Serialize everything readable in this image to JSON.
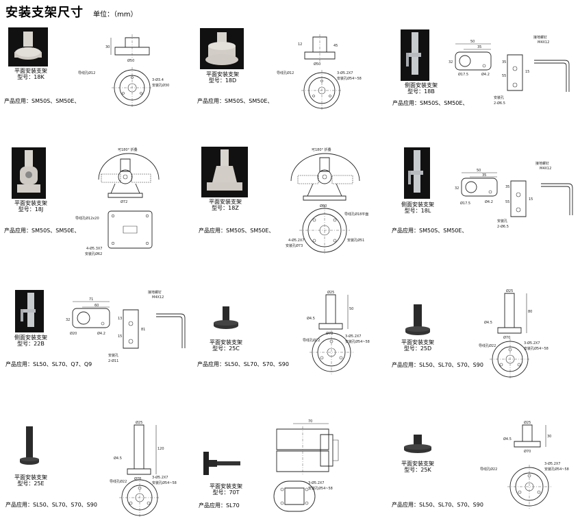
{
  "header": {
    "title": "安装支架尺寸",
    "unit": "单位：（mm）"
  },
  "items": [
    {
      "name": "平面安装支架",
      "model": "型号：18K",
      "application": "产品应用：SM50S、SM50E、",
      "photo": "light"
    },
    {
      "name": "平面安装支架",
      "model": "型号：18D",
      "application": "产品应用：SM50S、SM50E、",
      "photo": "light"
    },
    {
      "name": "侧面安装支架",
      "model": "型号：18B",
      "application": "产品应用：SM50S、SM50E、",
      "photo": "side"
    },
    {
      "name": "平面安装支架",
      "model": "型号：18J",
      "application": "产品应用：SM50S、SM50E、",
      "photo": "light"
    },
    {
      "name": "平面安装支架",
      "model": "型号：18Z",
      "application": "产品应用：SM50S、SM50E、",
      "photo": "light"
    },
    {
      "name": "侧面安装支架",
      "model": "型号：18L",
      "application": "产品应用：SM50S、SM50E、",
      "photo": "side"
    },
    {
      "name": "侧面安装支架",
      "model": "型号：22B",
      "application": "产品应用：SL50、SL70、Q7、Q9",
      "photo": "side"
    },
    {
      "name": "平面安装支架",
      "model": "型号：25C",
      "application": "产品应用：SL50、SL70、S70、S90",
      "photo": "dark"
    },
    {
      "name": "平面安装支架",
      "model": "型号：25D",
      "application": "产品应用：SL50、SL70、S70、S90",
      "photo": "dark"
    },
    {
      "name": "平面安装支架",
      "model": "型号：25E",
      "application": "产品应用：SL50、SL70、S70、S90",
      "photo": "dark"
    },
    {
      "name": "平面安装支架",
      "model": "型号：70T",
      "application": "产品应用：SL70",
      "photo": "dark"
    },
    {
      "name": "平面安装支架",
      "model": "型号：25K",
      "application": "产品应用：SL50、SL70、S70、S90",
      "photo": "dark"
    }
  ],
  "drawing_labels": {
    "wire_hole": "导线孔Ø12",
    "mount_hole": "安装孔Ø30",
    "holes_3": "3-Ø3.4",
    "wire_hole_2": "导线孔Ø12",
    "mount_18d": "3-Ø5.2X7",
    "mount_18d_b": "安装孔Ø54~58",
    "ground_screw": "接地螺钉",
    "m4": "M4X12",
    "mount_hole_b": "安装孔",
    "holes_2": "2-Ø6.5",
    "tilt": "可180° 折叠",
    "rect_hole": "导线孔Ø12x20",
    "holes_4": "4-Ø5.3X7",
    "mount_62": "安装孔Ø62",
    "wire_18z": "导线孔Ø18平面",
    "holes_4b": "4-Ø5.2X7",
    "mount_73": "安装孔Ø73",
    "mount_51": "安装孔Ø51",
    "hole_11": "2-Ø11",
    "wire_25": "导线孔Ø22",
    "holes_3b": "3-Ø5.2X7",
    "mount_25": "安装孔Ø54~58"
  }
}
